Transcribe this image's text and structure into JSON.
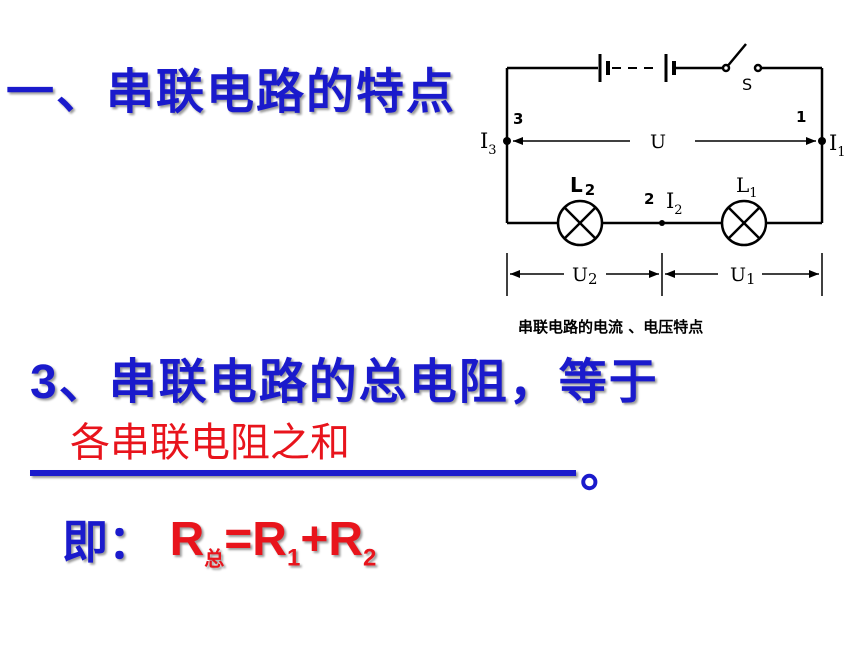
{
  "heading": "一、串联电路的特点",
  "circuit": {
    "switch_label": "S",
    "voltage_label": "U",
    "current_total": "I",
    "current_total_sub": "3",
    "current_1": "I",
    "current_1_sub": "1",
    "current_2": "I",
    "current_2_sub": "2",
    "node_3": "3",
    "node_1": "1",
    "node_2": "2",
    "lamp_2": "L",
    "lamp_2_sub": "2",
    "lamp_1": "L",
    "lamp_1_sub": "1",
    "u2": "U",
    "u2_sub": "2",
    "u1": "U",
    "u1_sub": "1",
    "caption": "串联电路的电流 、电压特点"
  },
  "statement": {
    "number": "3",
    "text": "、串联电路的总电阻，等于"
  },
  "answer": "各串联电阻之和",
  "period": "。",
  "formula": {
    "prefix": "即：",
    "r": "R",
    "total_sub": "总",
    "eq": "=R",
    "sub1": "1",
    "plus": "+R",
    "sub2": "2"
  },
  "colors": {
    "blue": "#1a1acc",
    "red": "#e8141c"
  }
}
